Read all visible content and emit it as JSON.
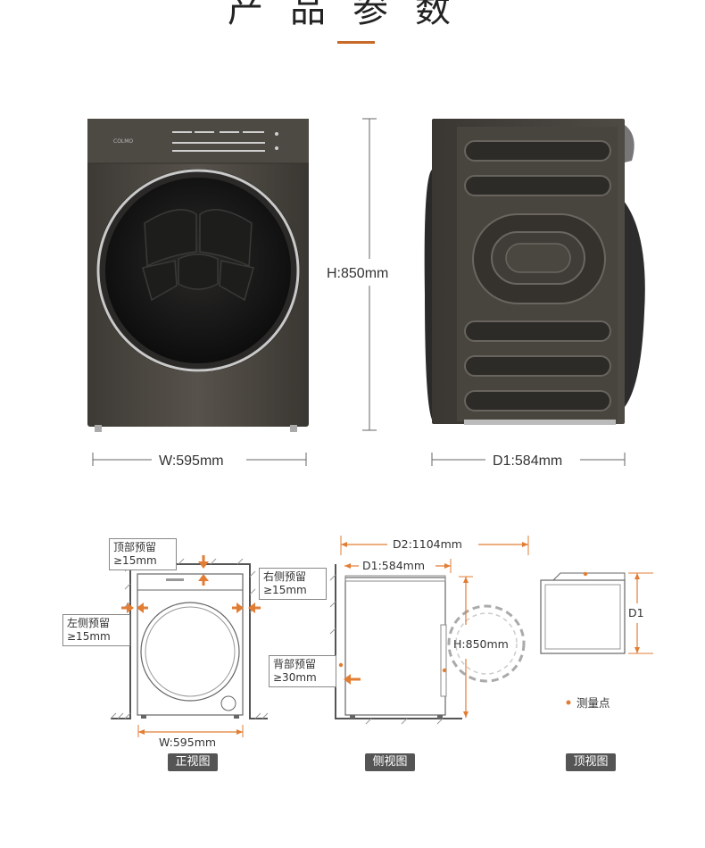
{
  "header": {
    "title": "产品参数"
  },
  "photos": {
    "brand": "COLMO",
    "height_label": "H:850mm",
    "width_label": "W:595mm",
    "depth_label": "D1:584mm"
  },
  "diagrams": {
    "front": {
      "top_clearance": "顶部预留\n≥15mm",
      "right_clearance": "右侧预留\n≥15mm",
      "left_clearance": "左侧预留\n≥15mm",
      "width_label": "W:595mm",
      "view_label": "正视图"
    },
    "side": {
      "d2_label": "D2:1104mm",
      "d1_label": "D1:584mm",
      "height_label": "H:850mm",
      "back_clearance": "背部预留\n≥30mm",
      "view_label": "侧视图"
    },
    "top": {
      "d1_label": "D1",
      "legend_label": "测量点",
      "view_label": "顶视图"
    }
  },
  "colors": {
    "accent": "#c8692a",
    "machine_body": "#4a4640",
    "tag_bg": "#555555"
  }
}
